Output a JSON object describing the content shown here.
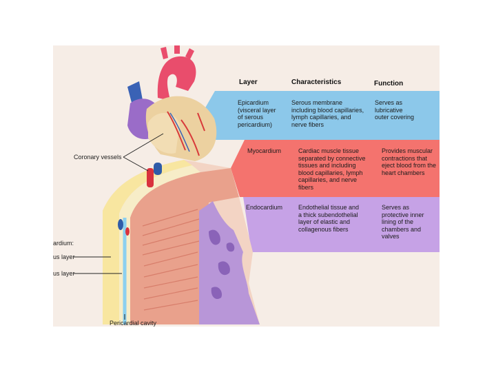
{
  "headers": {
    "layer": "Layer",
    "characteristics": "Characteristics",
    "function": "Function"
  },
  "rows": [
    {
      "layer": "Epicardium\n(visceral layer\n of serous\n pericardium)",
      "characteristics": "Serous membrane\nincluding blood capillaries,\nlymph capillaries, and\nnerve fibers",
      "function": "Serves as\nlubricative\nouter covering",
      "color": "#8cc8ea"
    },
    {
      "layer": "Myocardium",
      "characteristics": "Cardiac muscle tissue\nseparated by connective\ntissues and including\nblood capillaries, lymph\ncapillaries, and nerve\nfibers",
      "function": "Provides muscular\ncontractions that\neject blood from the\nheart chambers",
      "color": "#f4736e"
    },
    {
      "layer": "Endocardium",
      "characteristics": "Endothelial tissue and\na thick subendothelial\nlayer of elastic and\ncollagenous fibers",
      "function": "Serves as\nprotective inner\nlining of the\nchambers and\nvalves",
      "color": "#c6a2e6"
    }
  ],
  "labels": {
    "coronary_vessels": "Coronary vessels",
    "pericardium_fragment": "ardium:",
    "layer_1_fragment": "us layer",
    "layer_2_fragment": "us layer",
    "pericardial_cavity": "Pericardial cavity"
  }
}
